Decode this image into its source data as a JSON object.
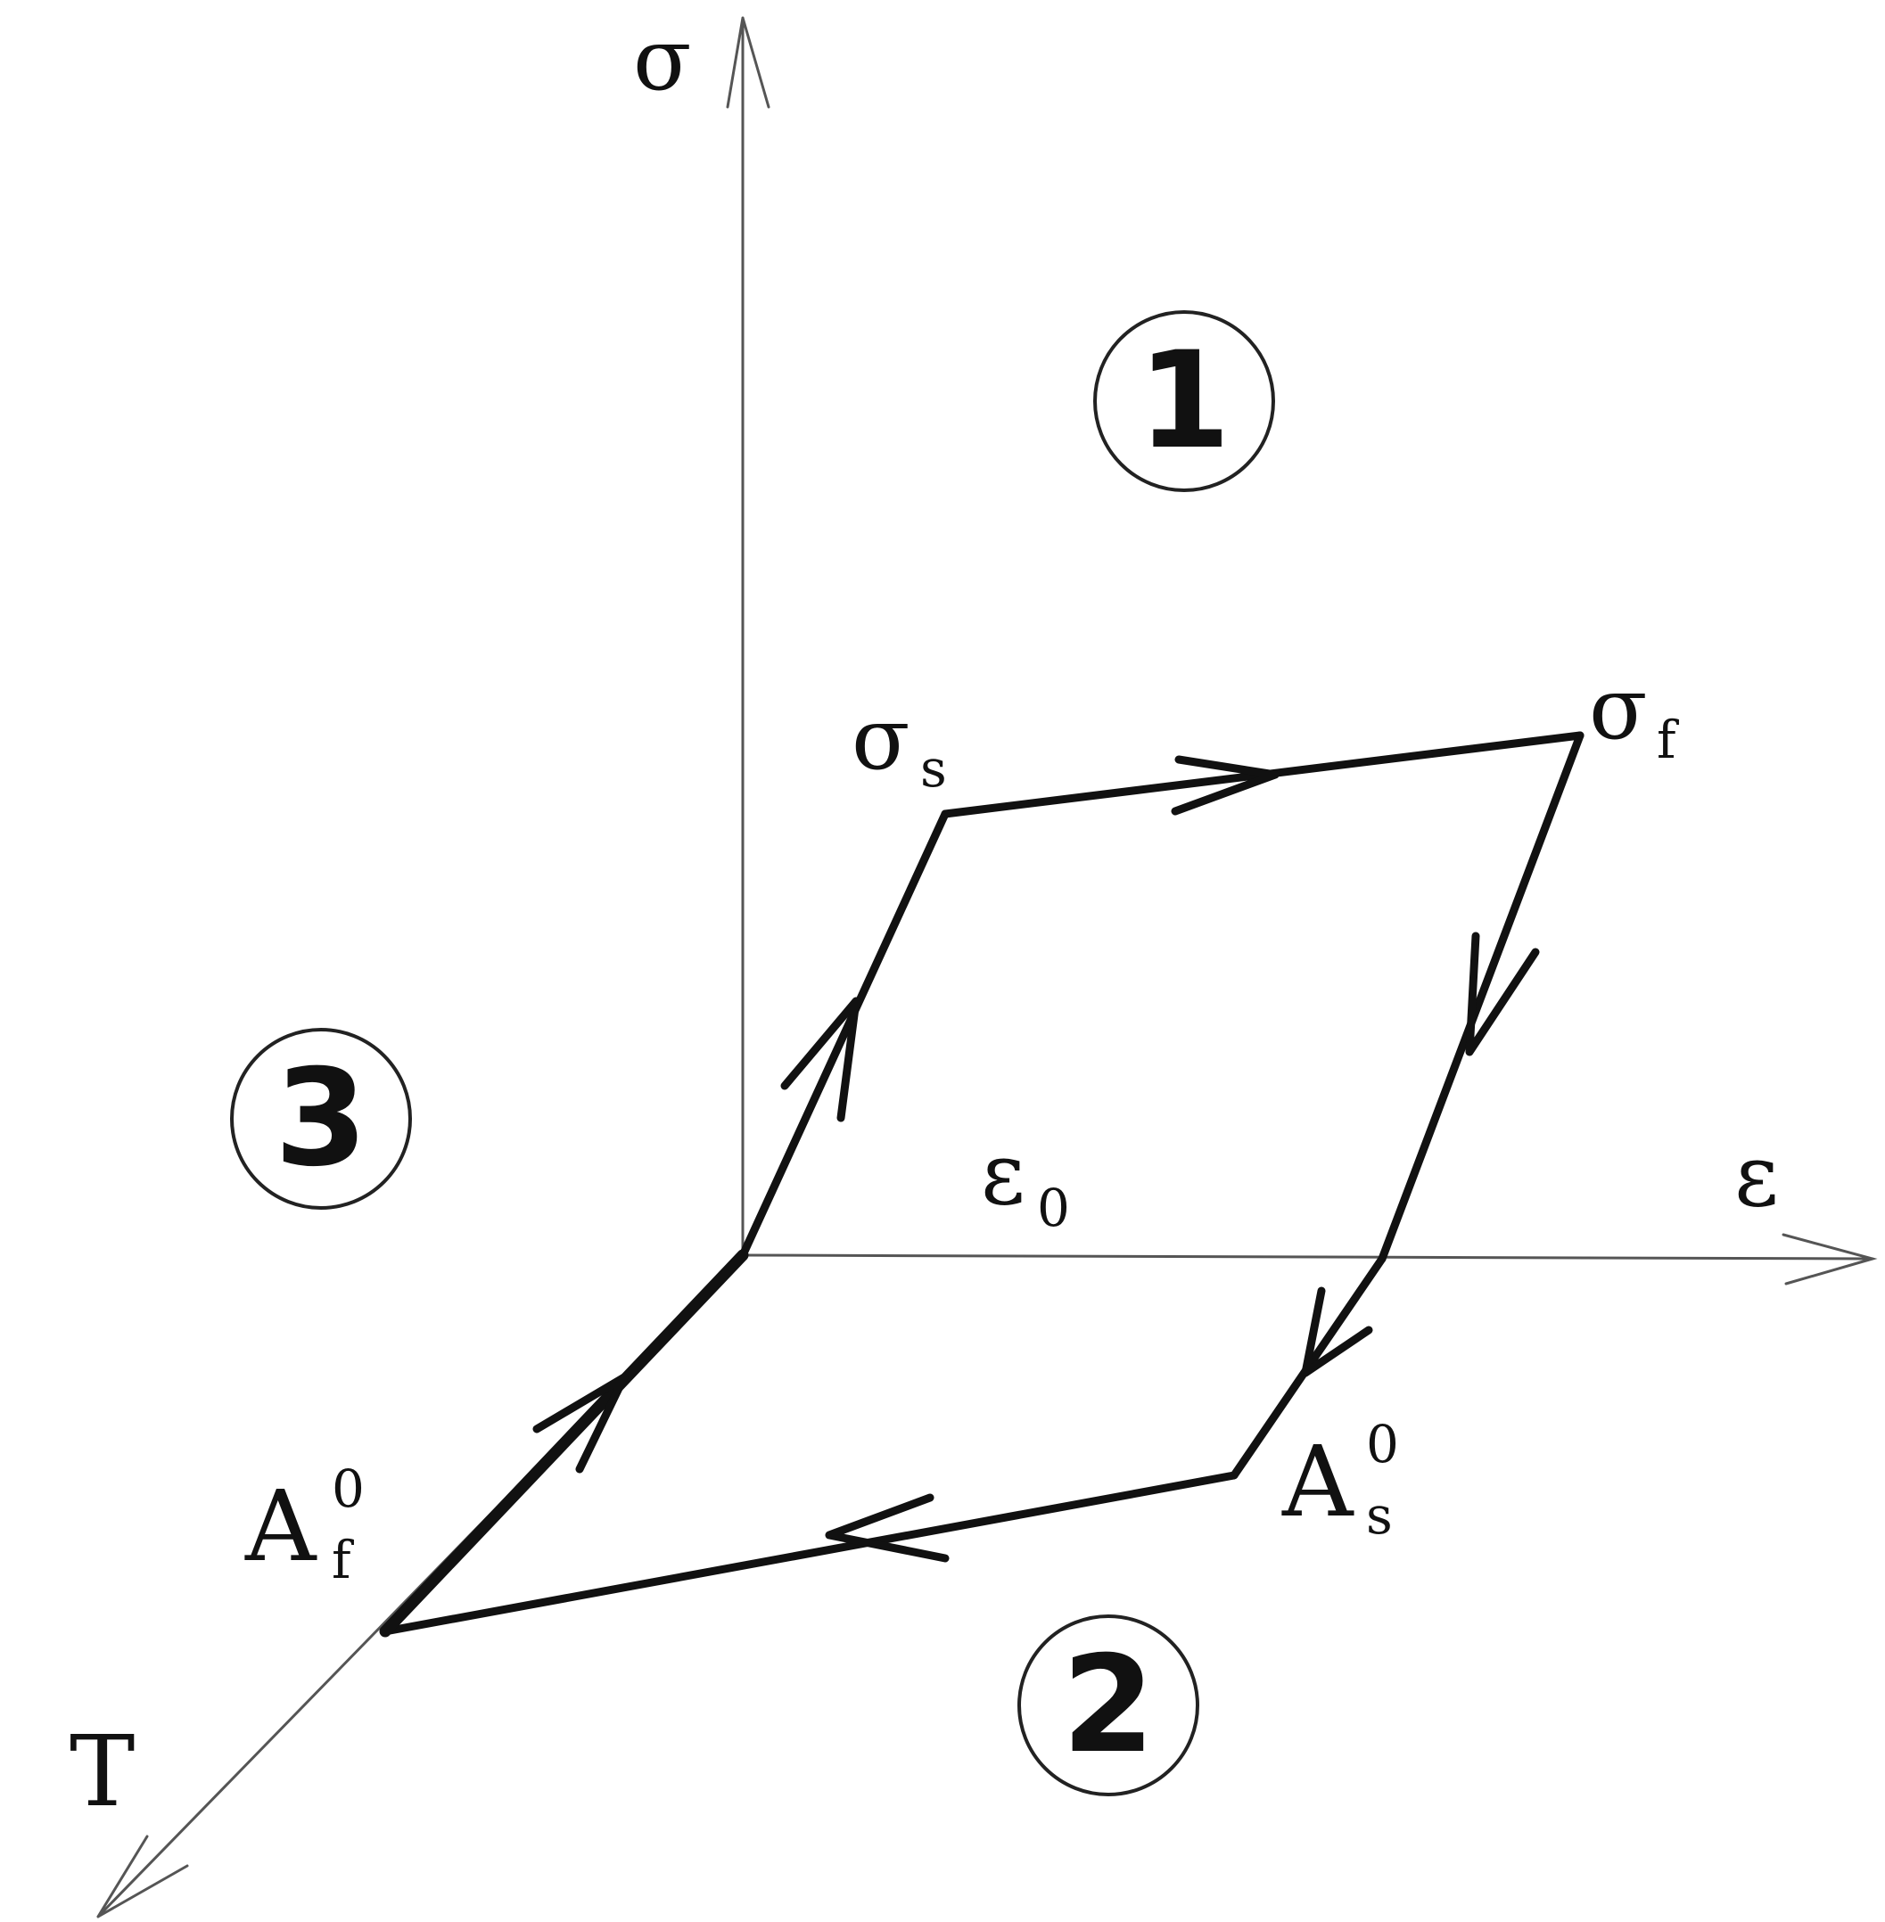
{
  "axes": {
    "sigma": "σ",
    "epsilon": "ε",
    "temperature": "T"
  },
  "points": {
    "sigma_s": {
      "base": "σ",
      "sub": "s"
    },
    "sigma_f": {
      "base": "σ",
      "sub": "f"
    },
    "epsilon_0": {
      "base": "ε",
      "sub": "0"
    },
    "A_s0": {
      "base": "A",
      "sup": "0",
      "sub": "s"
    },
    "A_f0": {
      "base": "A",
      "sup": "0",
      "sub": "f"
    }
  },
  "regions": {
    "r1": "1",
    "r2": "2",
    "r3": "3"
  },
  "colors": {
    "path": "#111111",
    "axis": "#555555"
  }
}
